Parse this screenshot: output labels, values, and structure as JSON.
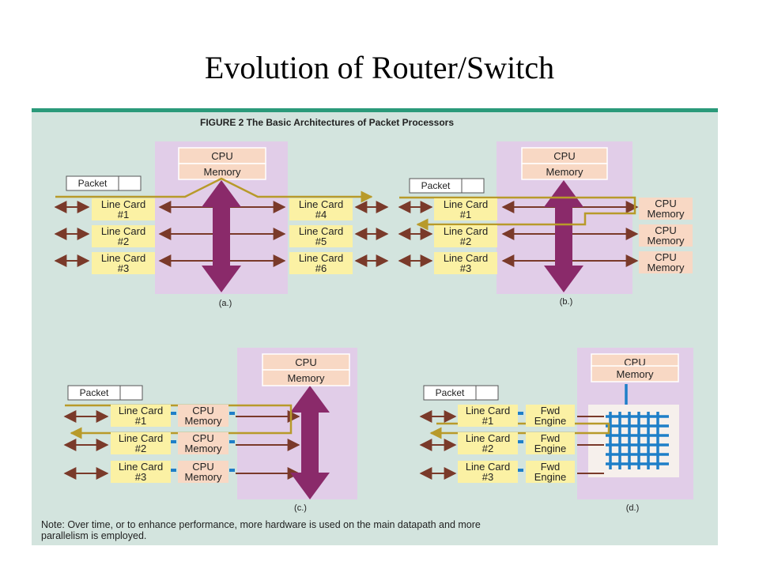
{
  "slide": {
    "title": "Evolution of Router/Switch"
  },
  "figure": {
    "heading": "FIGURE 2  The Basic Architectures of Packet Processors",
    "note_line1": "Note: Over time, or to enhance performance, more hardware is used on the main datapath and more",
    "note_line2": "parallelism is employed.",
    "colors": {
      "background": "#d3e4de",
      "top_bar": "#2a9a7a",
      "chassis": "#e1cde8",
      "cpu_box": "#f8d8c4",
      "line_card": "#fbf1a4",
      "bus": "#8a2a6a",
      "packet_path": "#b89a2a",
      "fabric": "#1e7fc8",
      "side_arrow": "#7a3a2a"
    }
  },
  "labels": {
    "cpu": "CPU",
    "memory": "Memory",
    "packet": "Packet",
    "line_card": "Line Card",
    "fwd": "Fwd",
    "engine": "Engine"
  },
  "panels": {
    "a": {
      "caption": "(a.)",
      "left_cards": [
        "#1",
        "#2",
        "#3"
      ],
      "right_cards": [
        "#4",
        "#5",
        "#6"
      ]
    },
    "b": {
      "caption": "(b.)",
      "cards": [
        "#1",
        "#2",
        "#3"
      ]
    },
    "c": {
      "caption": "(c.)",
      "cards": [
        "#1",
        "#2",
        "#3"
      ]
    },
    "d": {
      "caption": "(d.)",
      "cards": [
        "#1",
        "#2",
        "#3"
      ]
    }
  }
}
